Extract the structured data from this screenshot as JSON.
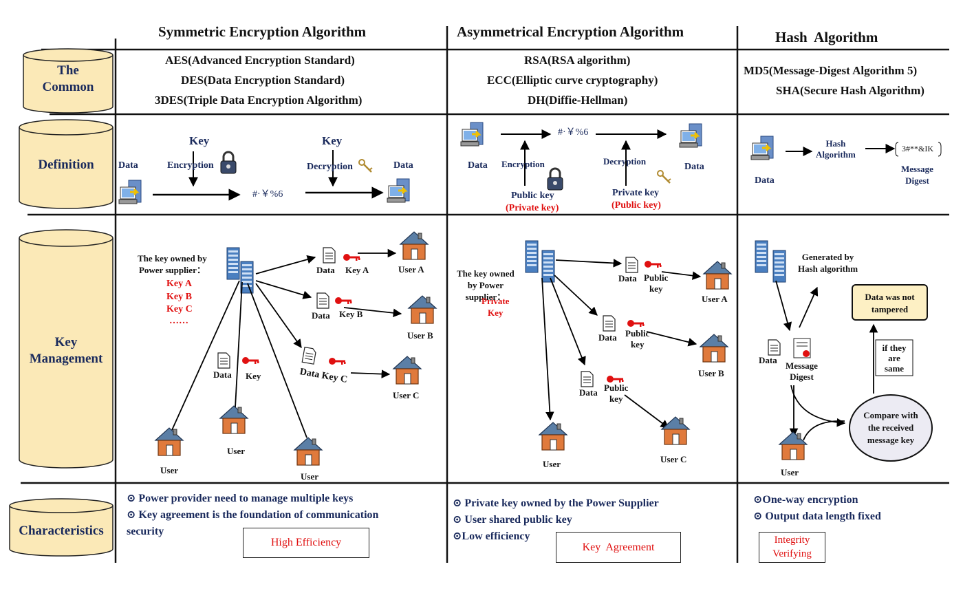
{
  "columns": {
    "symmetric": "Symmetric Encryption Algorithm",
    "asymmetric": "Asymmetrical Encryption Algorithm",
    "hash": "Hash  Algorithm"
  },
  "rows": {
    "common": "The\nCommon",
    "definition": "Definition",
    "key_management": "Key\nManagement",
    "characteristics": "Characteristics"
  },
  "common": {
    "symmetric": [
      "AES(Advanced Encryption Standard)",
      "DES(Data Encryption Standard)",
      "3DES(Triple Data Encryption Algorithm)"
    ],
    "asymmetric": [
      "RSA(RSA algorithm)",
      "ECC(Elliptic curve cryptography)",
      "DH(Diffie-Hellman)"
    ],
    "hash": [
      "MD5(Message-Digest Algorithm 5)",
      "SHA(Secure Hash Algorithm)"
    ]
  },
  "definition": {
    "sym": {
      "data_left": "Data",
      "key1": "Key",
      "encryption": "Encryption",
      "cipher": "#·￥%6",
      "key2": "Key",
      "decryption": "Decryption",
      "data_right": "Data"
    },
    "asym": {
      "data_left": "Data",
      "encryption": "Encryption",
      "cipher": "#·￥%6",
      "decryption": "Decryption",
      "data_right": "Data",
      "public_key": "Public key",
      "private_key_paren": "(Private key)",
      "private_key": "Private key",
      "public_key_paren": "(Public key)"
    },
    "hash": {
      "data": "Data",
      "hash_algorithm": "Hash\nAlgorithm",
      "digest_value": "3#**&IK",
      "message_digest": "Message\nDigest"
    }
  },
  "key_management": {
    "sym": {
      "owner": "The key owned by\nPower supplier：",
      "keys": [
        "Key A",
        "Key B",
        "Key C",
        "……"
      ],
      "data": "Data",
      "key_a": "Key A",
      "key_b": "Key B",
      "key_c": "Data Key C",
      "key": "Key",
      "user_a": "User A",
      "user_b": "User B",
      "user_c": "User C",
      "user": "User"
    },
    "asym": {
      "owner": "The key owned\nby Power\nsupplier：",
      "private_key": "Private\nKey",
      "data": "Data",
      "public_key": "Public\nkey",
      "user_a": "User A",
      "user_b": "User B",
      "user_c": "User C",
      "user": "User"
    },
    "hash": {
      "generated": "Generated by\nHash algorithm",
      "data": "Data",
      "message_digest": "Message\nDigest",
      "not_tampered": "Data was not\ntampered",
      "if_same": "if they\nare\nsame",
      "compare": "Compare with\nthe received\nmessage key",
      "user": "User"
    }
  },
  "characteristics": {
    "sym": [
      "⊙ Power provider need to manage multiple keys",
      "⊙ Key agreement  is the foundation of communication",
      "security"
    ],
    "sym_box": "High Efficiency",
    "asym": [
      "⊙ Private key owned by the Power Supplier",
      "⊙ User shared public key",
      "⊙Low efficiency"
    ],
    "asym_box": "Key  Agreement",
    "hash": [
      "⊙One-way encryption",
      "⊙ Output data length fixed"
    ],
    "hash_box": "Integrity\nVerifying"
  },
  "colors": {
    "cylinder": "#fbe9b7",
    "text_navy": "#1a2a5c",
    "key_red": "#e01010",
    "house_roof": "#5b7fa6",
    "house_wall": "#e07a3c",
    "server": "#4a7fc0",
    "note_fill": "#fdf0c4"
  }
}
